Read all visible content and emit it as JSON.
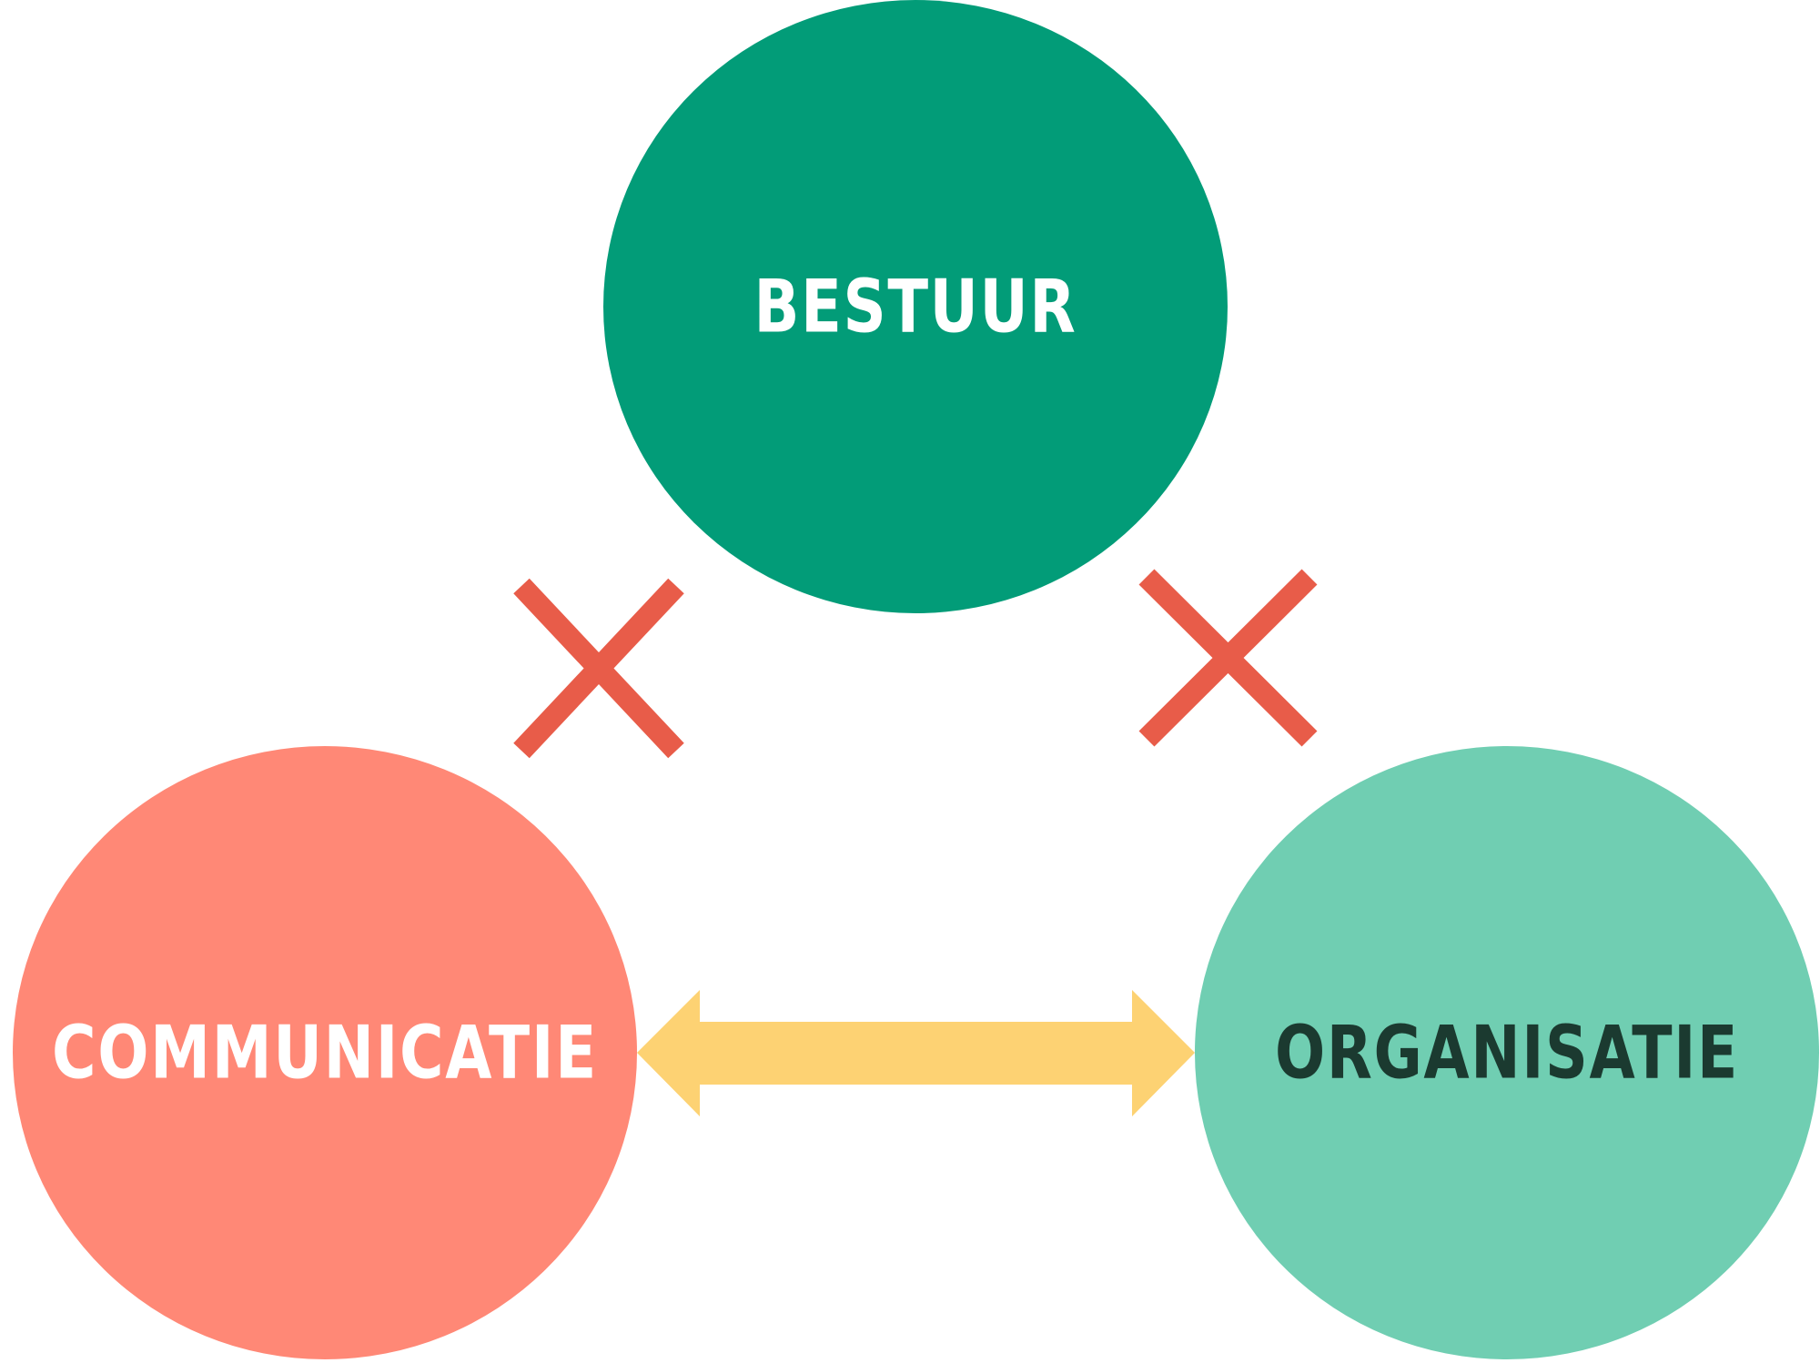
{
  "nodes": {
    "bestuur": {
      "label": "BESTUUR",
      "fill": "#029C78",
      "text_color": "#FFFFFF"
    },
    "communicatie": {
      "label": "COMMUNICATIE",
      "fill": "#FF8876",
      "text_color": "#FFFFFF"
    },
    "organisatie": {
      "label": "ORGANISATIE",
      "fill": "#70CEB2",
      "text_color": "#1B3A30"
    }
  },
  "links": [
    {
      "from": "bestuur",
      "to": "communicatie",
      "type": "no-connection",
      "icon": "cross-icon",
      "color": "#E85C49"
    },
    {
      "from": "bestuur",
      "to": "organisatie",
      "type": "no-connection",
      "icon": "cross-icon",
      "color": "#E85C49"
    },
    {
      "from": "communicatie",
      "to": "organisatie",
      "type": "bidirectional",
      "icon": "double-arrow-icon",
      "color": "#FDD273"
    }
  ]
}
